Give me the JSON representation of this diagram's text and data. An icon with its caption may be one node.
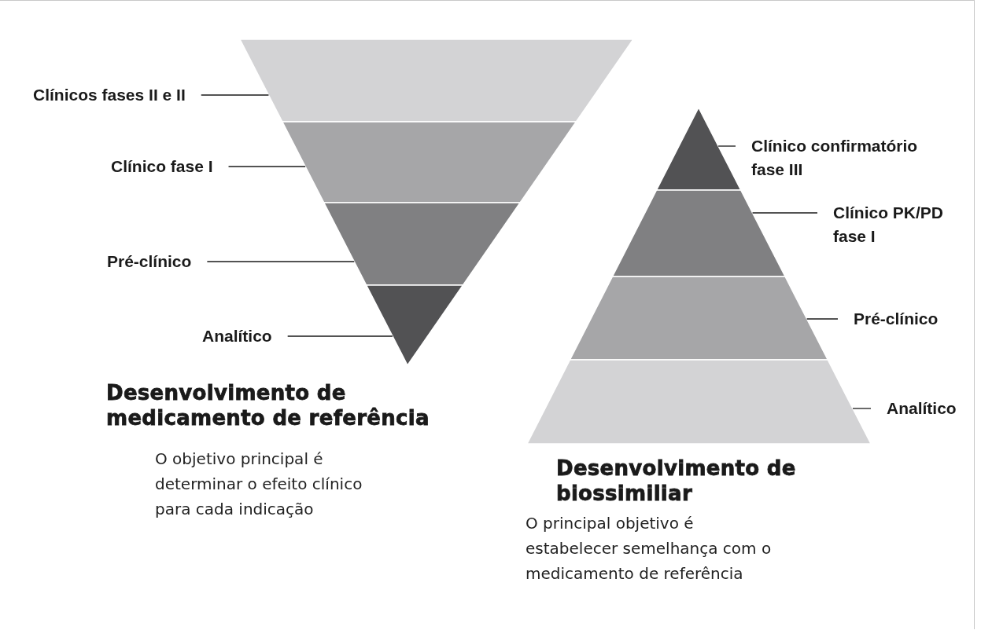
{
  "diagram": {
    "nodes": [
      {
        "text": [
          "Clínicos fases II e II"
        ]
      },
      {
        "text": [],
        "shape": "trapezoid"
      },
      {
        "text": [
          "Clínico fase I"
        ]
      },
      {
        "text": [],
        "shape": "trapezoid"
      },
      {
        "text": [
          "Pré-clínico"
        ]
      },
      {
        "text": [],
        "shape": "trapezoid"
      },
      {
        "text": [
          "Analítico"
        ]
      },
      {
        "text": [],
        "shape": "triangle"
      },
      {
        "text": [],
        "shape": "triangle"
      },
      {
        "text": [
          "Clínico confirmatório fase III"
        ]
      },
      {
        "text": [],
        "shape": "trapezoid"
      },
      {
        "text": [
          "Clínico PK/PD fase I"
        ]
      },
      {
        "text": [],
        "shape": "trapezoid"
      },
      {
        "text": [
          "Pré-clínico"
        ]
      },
      {
        "text": [],
        "shape": "trapezoid"
      },
      {
        "text": [
          "Analítico"
        ]
      }
    ],
    "edges": [
      {
        "from": 0,
        "to": 1,
        "arrow": "none"
      },
      {
        "from": 2,
        "to": 3,
        "arrow": "none"
      },
      {
        "from": 4,
        "to": 5,
        "arrow": "none"
      },
      {
        "from": 6,
        "to": 7,
        "arrow": "none"
      },
      {
        "from": 9,
        "to": 8,
        "arrow": "none"
      },
      {
        "from": 11,
        "to": 10,
        "arrow": "none"
      },
      {
        "from": 13,
        "to": 12,
        "arrow": "none"
      },
      {
        "from": 15,
        "to": 14,
        "arrow": "none"
      }
    ],
    "labels": [
      "Desenvolvimento de medicamento de referência",
      "O objetivo principal é determinar o efeito clínico para cada indicação",
      "Desenvolvimento de biossimiliar",
      "O principal objetivo é estabelecer semelhança com o medicamento de referência"
    ]
  }
}
